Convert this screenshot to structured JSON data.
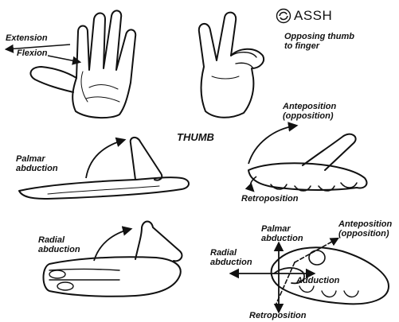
{
  "logo": {
    "text": "ASSH"
  },
  "title": "THUMB",
  "labels": {
    "extension": "Extension",
    "flexion": "Flexion",
    "opposing": "Opposing thumb\nto finger",
    "palmar_abduction_1": "Palmar\nabduction",
    "anteposition_1": "Anteposition\n(opposition)",
    "retroposition_1": "Retroposition",
    "radial_abduction_1": "Radial\nabduction",
    "palmar_abduction_2": "Palmar\nabduction",
    "anteposition_2": "Anteposition\n(opposition)",
    "radial_abduction_2": "Radial\nabduction",
    "adduction": "Adduction",
    "retroposition_2": "Retroposition"
  }
}
